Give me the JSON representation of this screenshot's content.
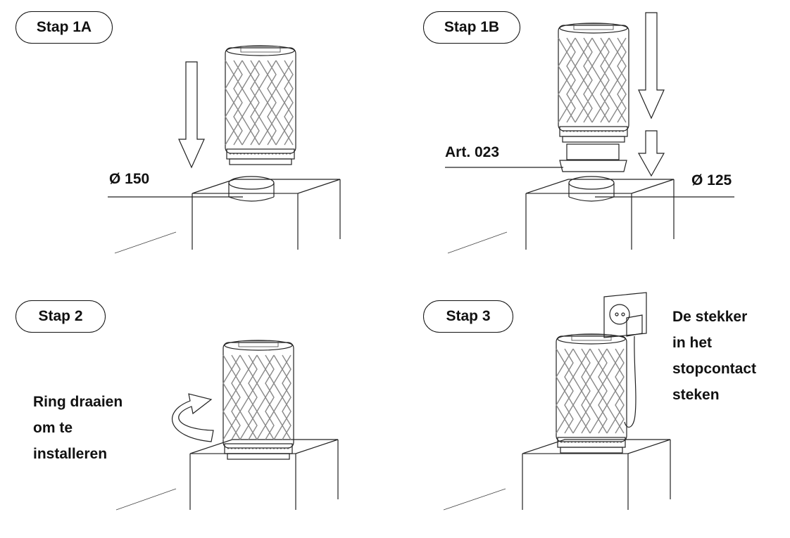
{
  "steps": {
    "s1a": {
      "label": "Stap 1A",
      "dimension": "Ø 150"
    },
    "s1b": {
      "label": "Stap 1B",
      "part": "Art. 023",
      "dimension": "Ø 125"
    },
    "s2": {
      "label": "Stap 2",
      "instruction": [
        "Ring draaien",
        "om te",
        "installeren"
      ]
    },
    "s3": {
      "label": "Stap 3",
      "instruction": [
        "De stekker",
        "in het",
        "stopcontact",
        "steken"
      ]
    }
  },
  "icons": [
    "down-arrow-icon",
    "rotate-arrow-icon",
    "wall-socket-icon",
    "plug-icon"
  ]
}
